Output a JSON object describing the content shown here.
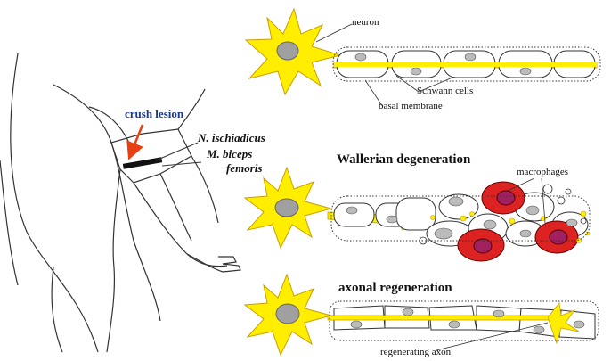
{
  "labels": {
    "neuron": "neuron",
    "schwann_cells": "Schwann cells",
    "basal_membrane": "basal membrane",
    "wallerian": "Wallerian degeneration",
    "macrophages": "macrophages",
    "axonal_regeneration": "axonal regeneration",
    "regenerating_axon": "regenerating axon",
    "crush_lesion": "crush lesion",
    "n_ischiadicus": "N. ischiadicus",
    "m_biceps": "M. biceps",
    "femoris": "femoris"
  },
  "colors": {
    "neuron_fill": "#ffee00",
    "nucleus": "#a0a0a0",
    "macrophage": "#dd2222",
    "macrophage_nucleus": "#a02060",
    "crush_label": "#1a3a8a",
    "crush_arrow": "#e84010",
    "outline": "#222222"
  }
}
